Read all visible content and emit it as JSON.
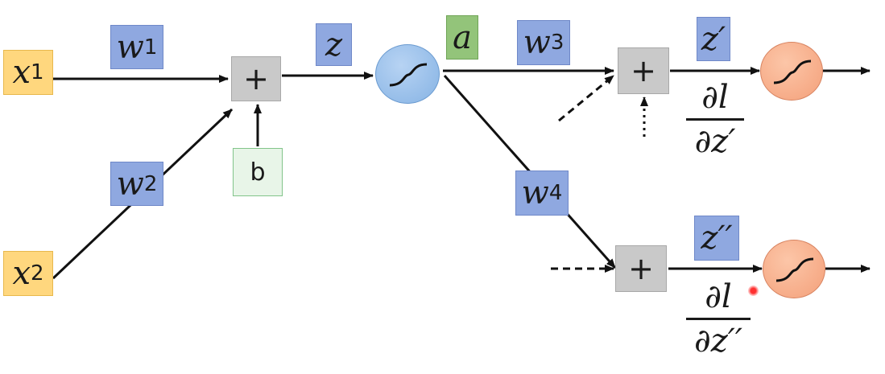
{
  "nodes": {
    "x1": {
      "base": "x",
      "sub": "1"
    },
    "x2": {
      "base": "x",
      "sub": "2"
    },
    "w1": {
      "base": "w",
      "sub": "1"
    },
    "w2": {
      "base": "w",
      "sub": "2"
    },
    "w3": {
      "base": "w",
      "sub": "3"
    },
    "w4": {
      "base": "w",
      "sub": "4"
    },
    "z": "z",
    "a": "a",
    "b": "b",
    "plus": "+",
    "z_prime": "z′",
    "z_double_prime": "z′′"
  },
  "derivatives": {
    "upper": {
      "numerator": "∂l",
      "denominator": "∂z′"
    },
    "lower": {
      "numerator": "∂l",
      "denominator": "∂z′′"
    }
  },
  "colors": {
    "input": "#ffd77e",
    "weight": "#8fa8e0",
    "sum": "#c9c9c9",
    "activation_label": "#93c47a",
    "bias": "#e8f5e8",
    "sigmoid_hidden": "#86b3e4",
    "sigmoid_output": "#f4a07a",
    "pointer": "#e02020"
  },
  "icons": [
    "sigmoid-curve-icon",
    "plus-icon",
    "laser-pointer-dot"
  ]
}
